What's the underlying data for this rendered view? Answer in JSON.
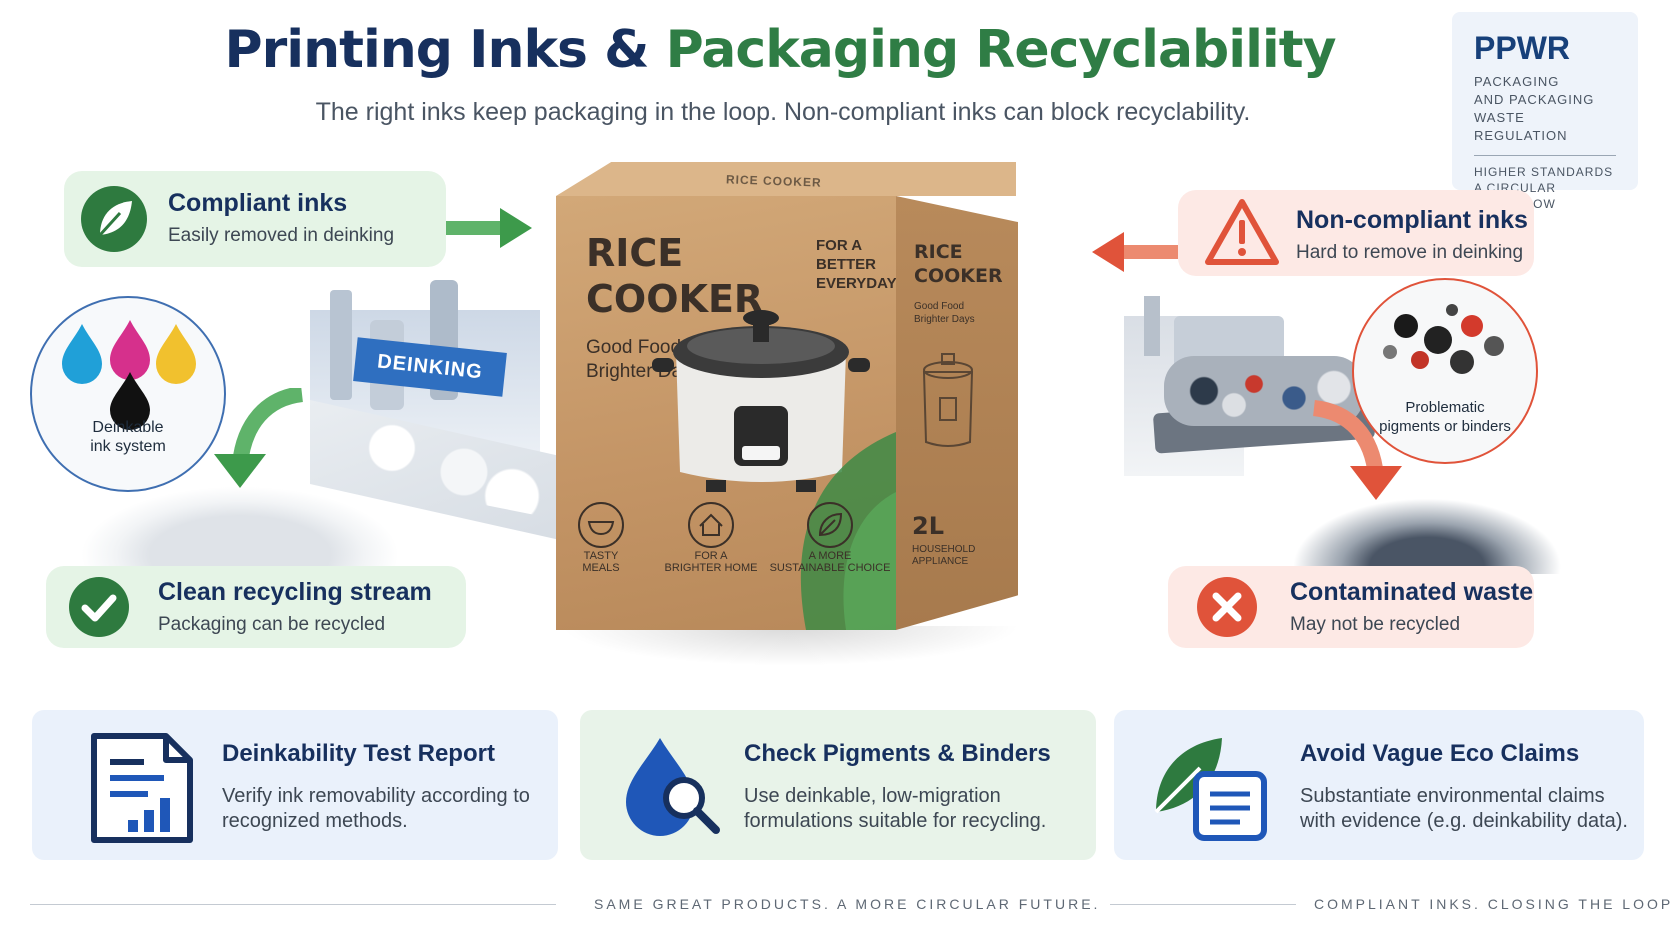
{
  "header": {
    "title_part1": "Printing Inks &",
    "title_part2": "Packaging Recyclability",
    "subtitle": "The right inks keep packaging in the loop. Non-compliant inks can block recyclability."
  },
  "ppwr": {
    "acronym": "PPWR",
    "line1": "PACKAGING",
    "line2": "AND PACKAGING",
    "line3": "WASTE REGULATION",
    "line4": "HIGHER STANDARDS",
    "line5": "A CIRCULAR TOMORROW"
  },
  "left": {
    "compliant_title": "Compliant inks",
    "compliant_sub": "Easily removed in deinking",
    "deinking_sign": "DEINKING",
    "ink_label_1": "Deinkable",
    "ink_label_2": "ink system",
    "clean_title": "Clean recycling stream",
    "clean_sub": "Packaging can be recycled"
  },
  "right": {
    "noncompliant_title": "Non-compliant inks",
    "noncompliant_sub": "Hard to remove in deinking",
    "pigment_label_1": "Problematic",
    "pigment_label_2": "pigments or binders",
    "contam_title": "Contaminated waste",
    "contam_sub": "May not be recycled"
  },
  "box": {
    "top_label": "RICE COOKER",
    "title_line1": "RICE",
    "title_line2": "COOKER",
    "tag_line1": "Good Food",
    "tag_line2": "Brighter Days",
    "slogan_line1": "FOR A",
    "slogan_line2": "BETTER",
    "slogan_line3": "EVERYDAY",
    "side_title_1": "RICE",
    "side_title_2": "COOKER",
    "side_tag_1": "Good Food",
    "side_tag_2": "Brighter Days",
    "side_size": "2L",
    "side_type_1": "HOUSEHOLD",
    "side_type_2": "APPLIANCE",
    "icon1_line1": "TASTY",
    "icon1_line2": "MEALS",
    "icon2_line1": "FOR A",
    "icon2_line2": "BRIGHTER HOME",
    "icon3_line1": "A MORE",
    "icon3_line2": "SUSTAINABLE CHOICE"
  },
  "bottom": {
    "card1_title": "Deinkability Test Report",
    "card1_text": "Verify ink removability according to recognized methods.",
    "card2_title": "Check Pigments & Binders",
    "card2_text": "Use deinkable, low-migration formulations suitable for recycling.",
    "card3_title": "Avoid Vague Eco Claims",
    "card3_text": "Substantiate environmental claims with evidence (e.g. deinkability data)."
  },
  "footer": {
    "left_text": "SAME GREAT PRODUCTS. A MORE CIRCULAR FUTURE.",
    "right_text": "COMPLIANT INKS. CLOSING THE LOOP."
  },
  "colors": {
    "navy": "#17305e",
    "green": "#2f7d45",
    "red": "#e0533a",
    "blue": "#1f57b8"
  }
}
